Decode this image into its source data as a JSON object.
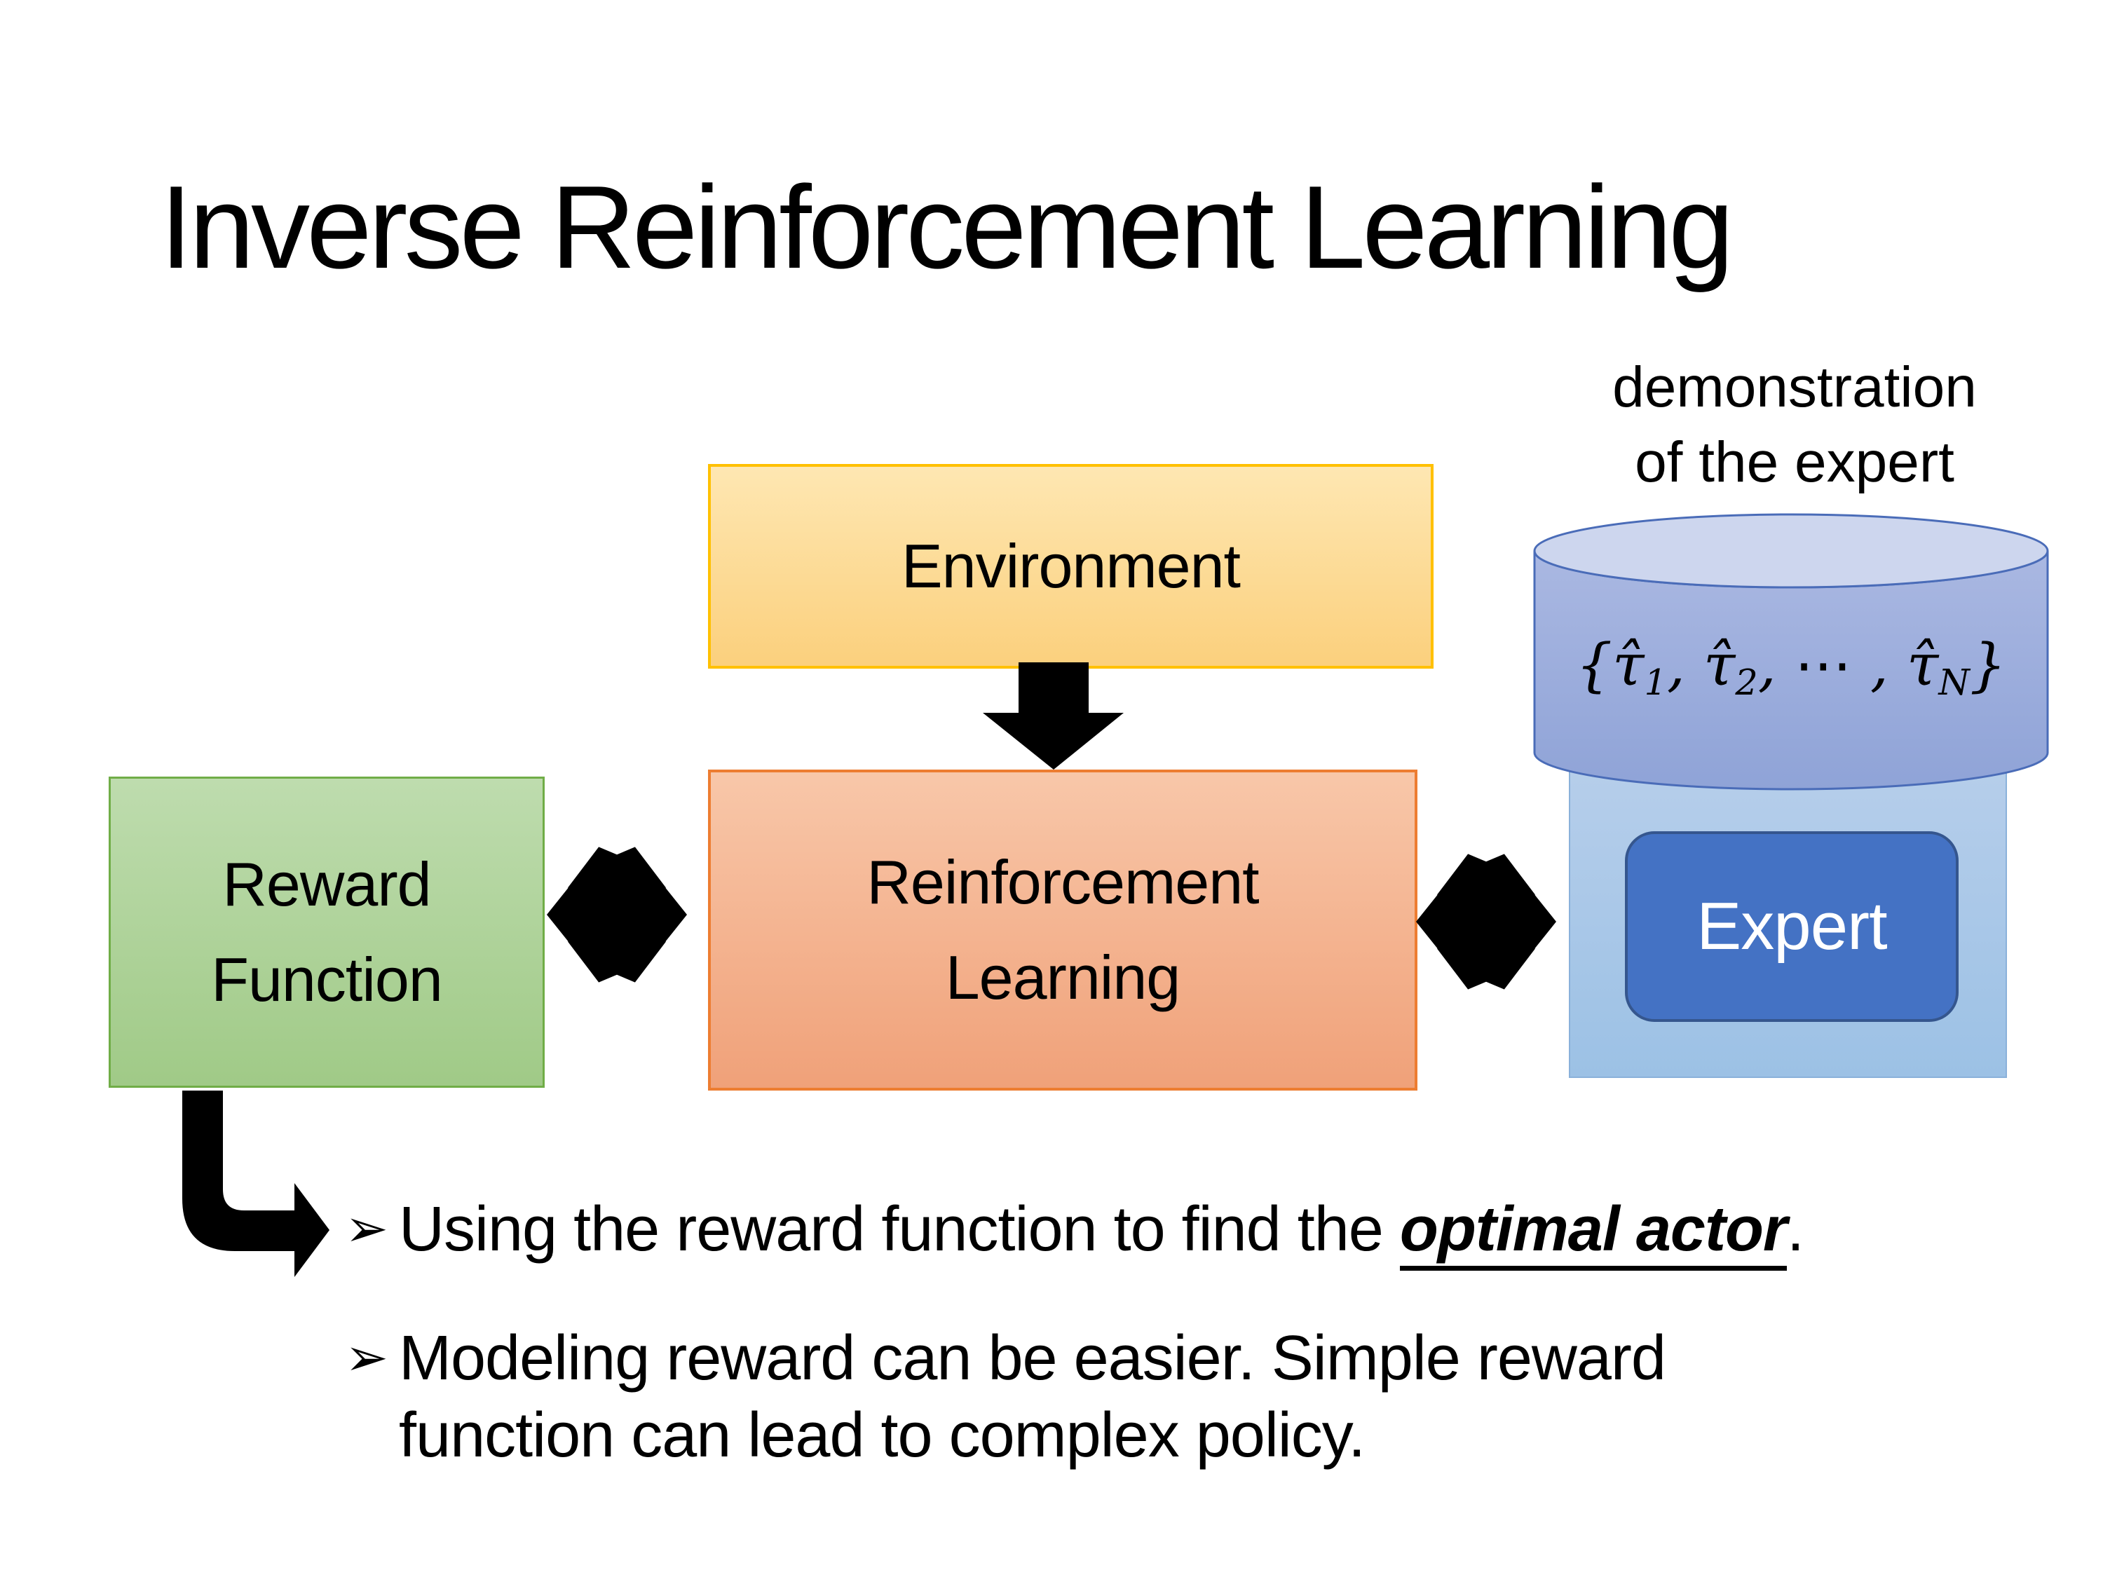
{
  "slide": {
    "title": "Inverse Reinforcement Learning"
  },
  "annotation": {
    "line1": "demonstration",
    "line2": "of the expert"
  },
  "diagram": {
    "environment": {
      "label": "Environment"
    },
    "reward_function": {
      "line1": "Reward",
      "line2": "Function"
    },
    "reinforcement_learning": {
      "line1": "Reinforcement",
      "line2": "Learning"
    },
    "expert": {
      "label": "Expert"
    },
    "demonstration_set": {
      "t1": "{τ̂",
      "b1": "1",
      "t2": ", τ̂",
      "b2": "2",
      "t3": ", ⋯ , τ̂",
      "b3": "N",
      "t4": "}"
    }
  },
  "bullets": [
    {
      "marker": "➢",
      "pre": "Using the reward function to find the ",
      "em": "optimal actor",
      "post": "."
    },
    {
      "marker": "➢",
      "line1": "Modeling reward can be easier. Simple reward",
      "line2": "function can lead to complex policy."
    }
  ],
  "icons": {
    "down_arrow": "environment-to-reinforcement-learning",
    "left_double_arrow": "reward-function-and-reinforcement-learning",
    "right_double_arrow": "reinforcement-learning-and-expert",
    "bent_arrow": "reward-function-to-bullets",
    "database_cylinder": "expert-demonstration-data"
  },
  "colors": {
    "env_fill_top": "#fee7b2",
    "env_fill_bottom": "#fbd07d",
    "env_border": "#ffc000",
    "rl_fill_top": "#f8c7a9",
    "rl_fill_bottom": "#f0a179",
    "rl_border": "#ed7d31",
    "reward_fill_top": "#bedcae",
    "reward_fill_bottom": "#a0ca87",
    "reward_border": "#70ad47",
    "cyl_fill_top": "#aab8e2",
    "cyl_fill_bottom": "#8fa3d7",
    "cyl_top_fill": "#cdd6ee",
    "cyl_border": "#4a6cb8",
    "expert_bg_top": "#b8cfeb",
    "expert_bg_bottom": "#9cc1e5",
    "expert_bg_border": "#8ab1da",
    "expert_btn_fill": "#4472c4",
    "expert_btn_border": "#35568e",
    "arrow_color": "#000000",
    "text_color": "#000000",
    "slide_bg": "#ffffff"
  }
}
